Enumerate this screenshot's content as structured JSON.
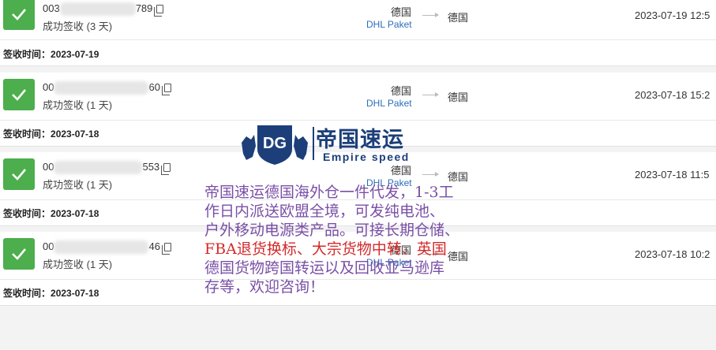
{
  "shipments": [
    {
      "number_prefix": "003",
      "number_suffix": "789",
      "status": "成功签收 (3 天)",
      "origin": "德国",
      "carrier": "DHL Paket",
      "destination": "德国",
      "time": "2023-07-19 12:5",
      "sign_label": "签收时间：",
      "sign_date": "2023-07-19"
    },
    {
      "number_prefix": "00",
      "number_suffix": "60",
      "status": "成功签收 (1 天)",
      "origin": "德国",
      "carrier": "DHL Paket",
      "destination": "德国",
      "time": "2023-07-18 15:2",
      "sign_label": "签收时间：",
      "sign_date": "2023-07-18"
    },
    {
      "number_prefix": "00",
      "number_suffix": "553",
      "status": "成功签收 (1 天)",
      "origin": "德国",
      "carrier": "DHL Paket",
      "destination": "德国",
      "time": "2023-07-18 11:5",
      "sign_label": "签收时间：",
      "sign_date": "2023-07-18"
    },
    {
      "number_prefix": "00",
      "number_suffix": "46",
      "status": "成功签收 (1 天)",
      "origin": "德国",
      "carrier": "DHL Paket",
      "destination": "德国",
      "time": "2023-07-18 10:2",
      "sign_label": "签收时间：",
      "sign_date": "2023-07-18"
    }
  ],
  "watermark": {
    "logo_cn": "帝国速运",
    "logo_en": "Empire speed",
    "logo_mark": "DG",
    "promo_lines": [
      "帝国速运德国海外仓一件代发，1-3工",
      "作日内派送欧盟全境，可发纯电池、",
      "户外移动电源类产品。可接长期仓储、",
      "FBA退货换标、大宗货物中转、英国",
      "德国货物跨国转运以及回收亚马逊库",
      "存等，欢迎咨询！"
    ]
  },
  "colors": {
    "check_green": "#4cae4c",
    "carrier_blue": "#2a6ebb",
    "logo_navy": "#1c3f7a",
    "promo_purple": "#7a4fa6",
    "promo_red": "#d42a2a"
  }
}
